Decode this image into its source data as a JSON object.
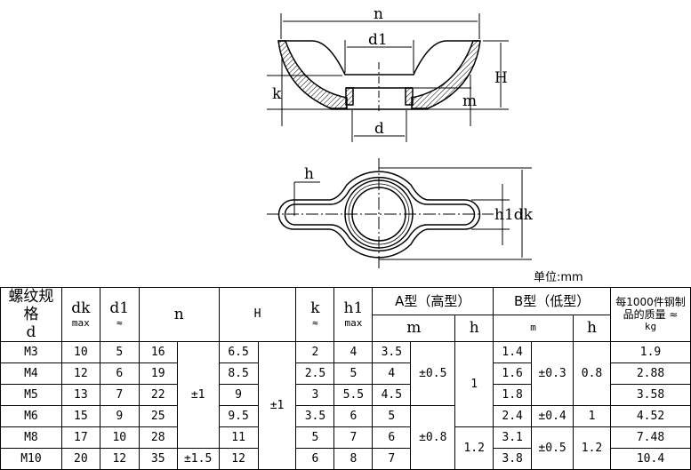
{
  "drawing": {
    "side_labels": {
      "n": "n",
      "d1": "d1",
      "H": "H",
      "k": "k",
      "m": "m",
      "d": "d"
    },
    "top_labels": {
      "h": "h",
      "h1dk": "h1dk"
    }
  },
  "unit": "单位:mm",
  "table": {
    "header": {
      "spec": "螺纹规格",
      "spec_sub": "d",
      "dk": "dk",
      "dk_sub": "max",
      "d1": "d1",
      "d1_sub": "≈",
      "n": "n",
      "H": "H",
      "k": "k",
      "k_sub": "≈",
      "h1": "h1",
      "h1_sub": "max",
      "typeA": "A型（高型）",
      "typeB": "B型（低型）",
      "m": "m",
      "h": "h",
      "mass": "每1000件钢制品的质量 ≈",
      "mass_unit": "kg"
    },
    "rows": [
      {
        "d": "M3",
        "dk": "10",
        "d1": "5",
        "n": "16",
        "H": "6.5",
        "k": "2",
        "h1": "4",
        "Am": "3.5",
        "Bm": "1.4",
        "mass": "1.9"
      },
      {
        "d": "M4",
        "dk": "12",
        "d1": "6",
        "n": "19",
        "H": "8.5",
        "k": "2.5",
        "h1": "5",
        "Am": "4",
        "Bm": "1.6",
        "mass": "2.88"
      },
      {
        "d": "M5",
        "dk": "13",
        "d1": "7",
        "n": "22",
        "H": "9",
        "k": "3",
        "h1": "5.5",
        "Am": "4.5",
        "Bm": "1.8",
        "mass": "3.58"
      },
      {
        "d": "M6",
        "dk": "15",
        "d1": "9",
        "n": "25",
        "H": "9.5",
        "k": "3.5",
        "h1": "6",
        "Am": "5",
        "Bm": "2.4",
        "mass": "4.52"
      },
      {
        "d": "M8",
        "dk": "17",
        "d1": "10",
        "n": "28",
        "H": "11",
        "k": "5",
        "h1": "7",
        "Am": "6",
        "Bm": "3.1",
        "mass": "7.48"
      },
      {
        "d": "M10",
        "dk": "20",
        "d1": "12",
        "n": "35",
        "H": "12",
        "k": "6",
        "h1": "8",
        "Am": "7",
        "Bm": "3.8",
        "mass": "10.4"
      }
    ],
    "merged": {
      "n_tol_1": "±1",
      "n_tol_2": "±1.5",
      "H_tol": "±1",
      "Am_tol_1": "±0.5",
      "Am_tol_2": "±0.8",
      "Ah_1": "1",
      "Ah_2": "1.2",
      "Bm_tol_1": "±0.3",
      "Bm_tol_2": "±0.4",
      "Bm_tol_3": "±0.5",
      "Bh_1": "0.8",
      "Bh_2": "1",
      "Bh_3": "1.2"
    }
  }
}
